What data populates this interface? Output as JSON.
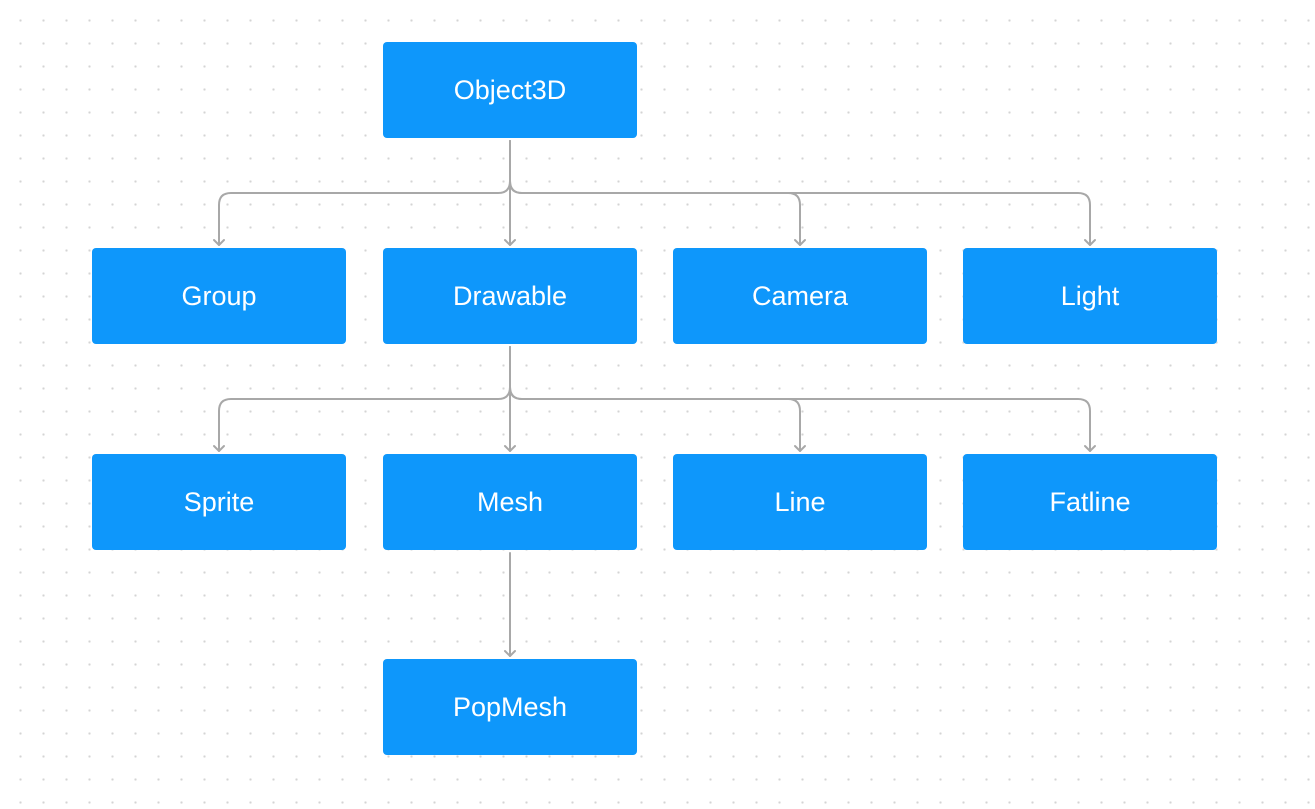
{
  "colors": {
    "node_fill": "#0e97fb",
    "node_text": "#ffffff",
    "connector": "#a8a8a8",
    "grid_dot": "#d4d4d4"
  },
  "nodes": [
    {
      "id": "object3d",
      "label": "Object3D"
    },
    {
      "id": "group",
      "label": "Group"
    },
    {
      "id": "drawable",
      "label": "Drawable"
    },
    {
      "id": "camera",
      "label": "Camera"
    },
    {
      "id": "light",
      "label": "Light"
    },
    {
      "id": "sprite",
      "label": "Sprite"
    },
    {
      "id": "mesh",
      "label": "Mesh"
    },
    {
      "id": "line",
      "label": "Line"
    },
    {
      "id": "fatline",
      "label": "Fatline"
    },
    {
      "id": "popmesh",
      "label": "PopMesh"
    }
  ],
  "edges": [
    {
      "from": "object3d",
      "to": "group"
    },
    {
      "from": "object3d",
      "to": "drawable"
    },
    {
      "from": "object3d",
      "to": "camera"
    },
    {
      "from": "object3d",
      "to": "light"
    },
    {
      "from": "drawable",
      "to": "sprite"
    },
    {
      "from": "drawable",
      "to": "mesh"
    },
    {
      "from": "drawable",
      "to": "line"
    },
    {
      "from": "drawable",
      "to": "fatline"
    },
    {
      "from": "mesh",
      "to": "popmesh"
    }
  ]
}
